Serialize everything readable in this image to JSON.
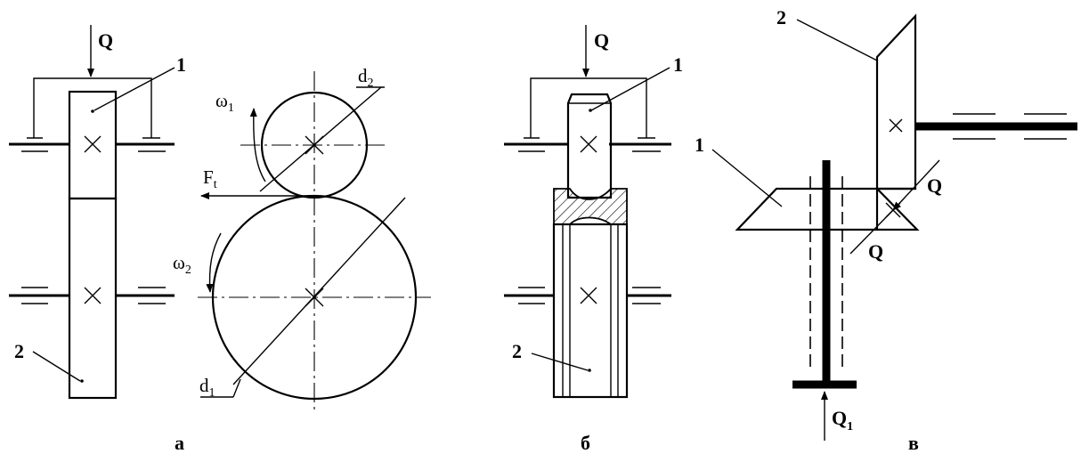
{
  "diagram_a": {
    "force_label": "Q",
    "gear1_label": "1",
    "gear2_label": "2",
    "omega1_label": "ω",
    "omega1_sub": "1",
    "omega2_label": "ω",
    "omega2_sub": "2",
    "ft_label": "F",
    "ft_sub": "t",
    "d2_label": "d",
    "d2_sub": "2",
    "d1_label": "d",
    "d1_sub": "1",
    "caption": "а"
  },
  "diagram_b": {
    "force_label": "Q",
    "gear1_label": "1",
    "gear2_label": "2",
    "caption": "б"
  },
  "diagram_v": {
    "gear2_label": "2",
    "gear1_label": "1",
    "q_upper_label": "Q",
    "q_lower_label": "Q",
    "q1_label": "Q",
    "q1_sub": "1",
    "caption": "в"
  }
}
